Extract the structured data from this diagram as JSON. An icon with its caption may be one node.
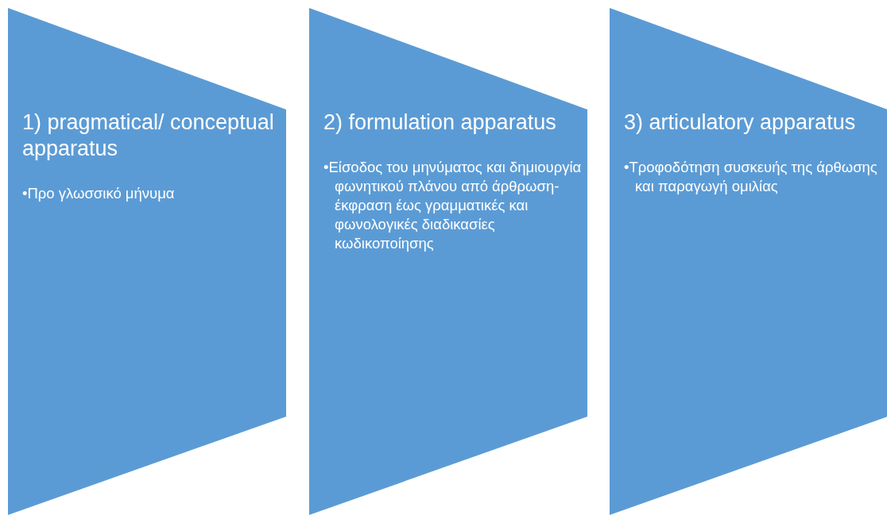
{
  "diagram": {
    "nodes": [
      {
        "text": [
          "1) pragmatical/ conceptual apparatus",
          "•Προ γλωσσικό μήνυμα"
        ]
      },
      {
        "text": [
          "2) formulation apparatus",
          "•Είσοδος του μηνύματος και δημιουργία φωνητικού πλάνου από άρθρωση-έκφραση έως γραμματικές και φωνολογικές διαδικασίες κωδικοποίησης"
        ]
      },
      {
        "text": [
          "3) articulatory apparatus",
          "•Τροφοδότηση συσκευής της άρθωσης και παραγωγή ομιλίας"
        ]
      }
    ]
  }
}
